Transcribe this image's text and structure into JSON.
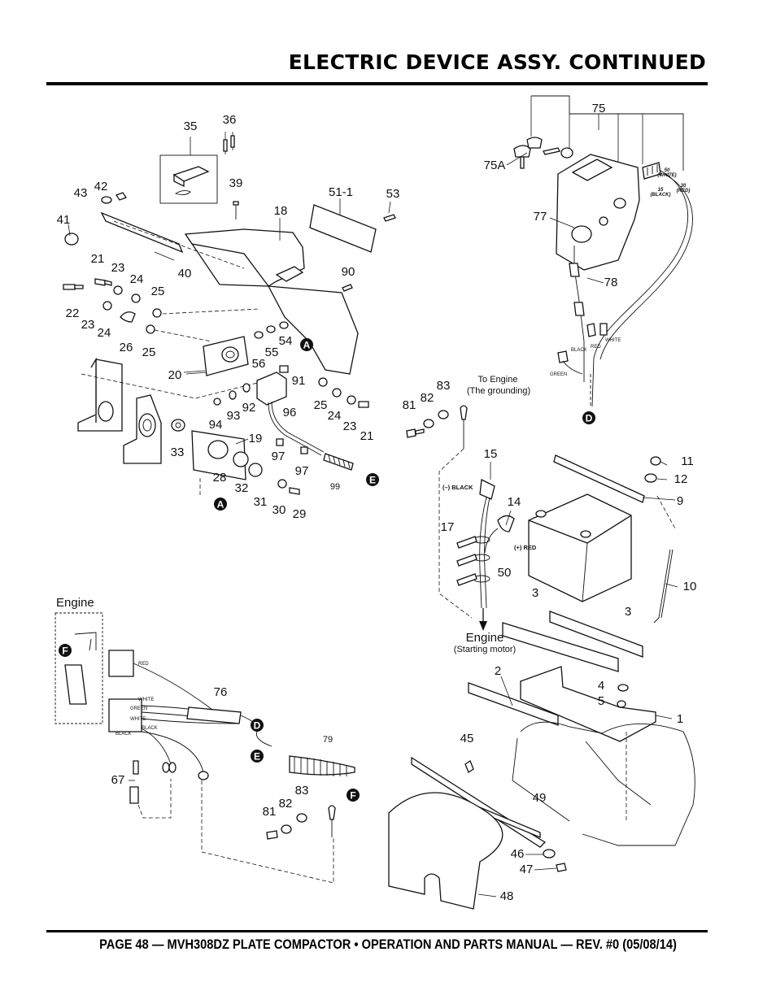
{
  "header": {
    "title": "ELECTRIC DEVICE ASSY. CONTINUED"
  },
  "footer": {
    "text": "PAGE 48 — MVH308DZ PLATE COMPACTOR • OPERATION AND PARTS MANUAL — REV. #0 (05/08/14)"
  },
  "callouts": {
    "a": "A",
    "d": "D",
    "e": "E",
    "f": "F"
  },
  "part_labels": {
    "p35": "35",
    "p36": "36",
    "p39": "39",
    "p18": "18",
    "p51_1": "51-1",
    "p53": "53",
    "p42": "42",
    "p43": "43",
    "p41": "41",
    "p40": "40",
    "p21a": "21",
    "p23a": "23",
    "p24a": "24",
    "p25a": "25",
    "p22": "22",
    "p23b": "23",
    "p24b": "24",
    "p26": "26",
    "p25b": "25",
    "p90": "90",
    "p54": "54",
    "p55": "55",
    "p56": "56",
    "p20": "20",
    "p91": "91",
    "p94": "94",
    "p93": "93",
    "p92": "92",
    "p96": "96",
    "p25c": "25",
    "p24c": "24",
    "p23c": "23",
    "p21b": "21",
    "p33": "33",
    "p19": "19",
    "p28": "28",
    "p32": "32",
    "p31": "31",
    "p30": "30",
    "p29": "29",
    "p97a": "97",
    "p97b": "97",
    "p99": "99",
    "p75": "75",
    "p75a": "75A",
    "p77": "77",
    "p78": "78",
    "p81a": "81",
    "p82a": "82",
    "p83a": "83",
    "p15": "15",
    "p14": "14",
    "p17": "17",
    "p50": "50",
    "p11": "11",
    "p12": "12",
    "p9": "9",
    "p10": "10",
    "p3a": "3",
    "p3b": "3",
    "p2": "2",
    "p4": "4",
    "p5": "5",
    "p1": "1",
    "p45": "45",
    "p49": "49",
    "p46": "46",
    "p47": "47",
    "p48": "48",
    "p76": "76",
    "p79": "79",
    "p67": "67",
    "p81b": "81",
    "p82b": "82",
    "p83b": "83"
  },
  "notes": {
    "to_engine_line1": "To Engine",
    "to_engine_line2": "(The grounding)",
    "engine_starting_line1": "Engine",
    "engine_starting_line2": "(Starting motor)",
    "engine_left": "Engine",
    "neg_black": "(–) BLACK",
    "pos_red": "(+) RED"
  },
  "wire_labels": {
    "w50_line1": "50",
    "w50_line2": "(WHITE)",
    "w30_line1": "30",
    "w30_line2": "(RED)",
    "w15_line1": "15",
    "w15_line2": "(BLACK)",
    "white_r": "WHITE",
    "red_r": "RED",
    "black_r": "BLACK",
    "green_r": "GREEN",
    "red_l": "RED",
    "white_l1": "WHITE",
    "green_l": "GREEN",
    "white_l2": "WHITE",
    "black_l1": "BLACK",
    "black_l2": "BLACK"
  }
}
